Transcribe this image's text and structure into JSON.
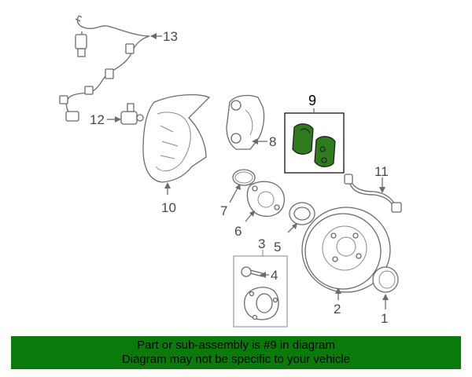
{
  "colors": {
    "banner": "#0a7a0a",
    "highlight_part": "#2f7a1f",
    "line": "#6b6b6b"
  },
  "callouts": {
    "c1": "1",
    "c2": "2",
    "c3": "3",
    "c4": "4",
    "c5": "5",
    "c6": "6",
    "c7": "7",
    "c8": "8",
    "c9": "9",
    "c10": "10",
    "c11": "11",
    "c12": "12",
    "c13": "13"
  },
  "banner": {
    "line1": "Part or sub-assembly is #9 in diagram",
    "line2": "Diagram may not be specific to your vehicle"
  }
}
